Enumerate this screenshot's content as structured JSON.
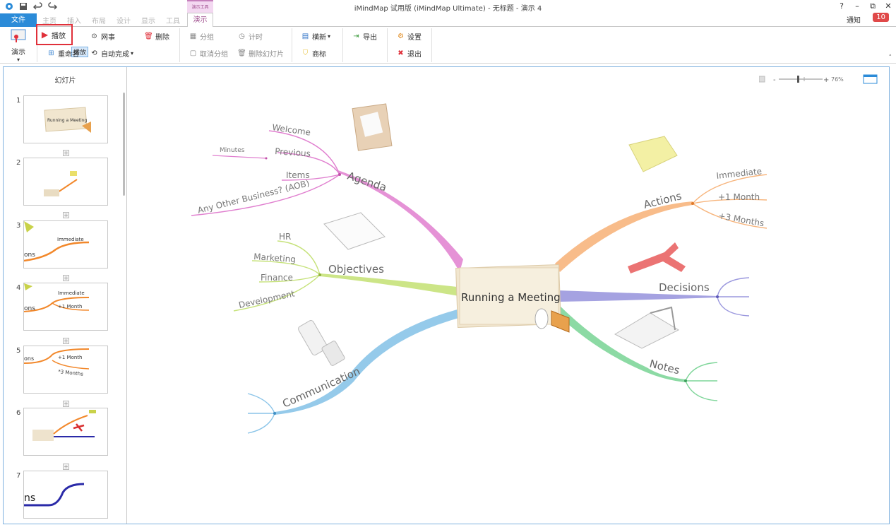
{
  "app": {
    "title": "iMindMap 试用版 (iMindMap Ultimate) - 无标题 - 演示 4",
    "window_buttons": [
      "?",
      "–",
      "⧉",
      "✕"
    ]
  },
  "tabs": {
    "file": "文件",
    "items": [
      "主页",
      "插入",
      "布局",
      "设计",
      "显示",
      "工具"
    ],
    "context_group": "演示工具",
    "active": "演示"
  },
  "notifications": {
    "label": "通知",
    "count": "10"
  },
  "ribbon": {
    "present": "演示",
    "play": "播放",
    "play_tooltip": "播放",
    "interstitial": "网事",
    "delete": "删除",
    "rename": "重命名",
    "autocomplete": "自动完成",
    "group": "分组",
    "ungroup": "取消分组",
    "timer": "计时",
    "delete_slide": "删除幻灯片",
    "landscape": "横新",
    "logo": "商标",
    "export": "导出",
    "settings": "设置",
    "exit": "退出"
  },
  "slides_panel": {
    "title": "幻灯片",
    "slides": [
      {
        "num": "1",
        "text": "Running a Meeting"
      },
      {
        "num": "2",
        "text": ""
      },
      {
        "num": "3",
        "text_a": "Immediate",
        "text_b": "ons"
      },
      {
        "num": "4",
        "text_a": "Immediate",
        "text_b": "+1 Month",
        "text_c": "ons"
      },
      {
        "num": "5",
        "text_a": "+1 Month",
        "text_b": "*3 Months",
        "text_c": "ons"
      },
      {
        "num": "6",
        "text": ""
      },
      {
        "num": "7",
        "text": "ns"
      }
    ]
  },
  "zoom": {
    "level": "76%"
  },
  "mindmap": {
    "central": "Running a Meeting",
    "branches": {
      "agenda": {
        "label": "Agenda",
        "color": "#e07fcf",
        "children": [
          "Welcome",
          "Previous",
          "Items",
          "Any Other Business? (AOB)"
        ],
        "grandchild": "Minutes"
      },
      "objectives": {
        "label": "Objectives",
        "color": "#c6e27a",
        "children": [
          "HR",
          "Marketing",
          "Finance",
          "Development"
        ]
      },
      "communication": {
        "label": "Communication",
        "color": "#8ac4e8"
      },
      "actions": {
        "label": "Actions",
        "color": "#f7b57d",
        "children": [
          "Immediate",
          "+1 Month",
          "+3 Months"
        ]
      },
      "decisions": {
        "label": "Decisions",
        "color": "#9b98de"
      },
      "notes": {
        "label": "Notes",
        "color": "#7fd69a"
      }
    }
  }
}
